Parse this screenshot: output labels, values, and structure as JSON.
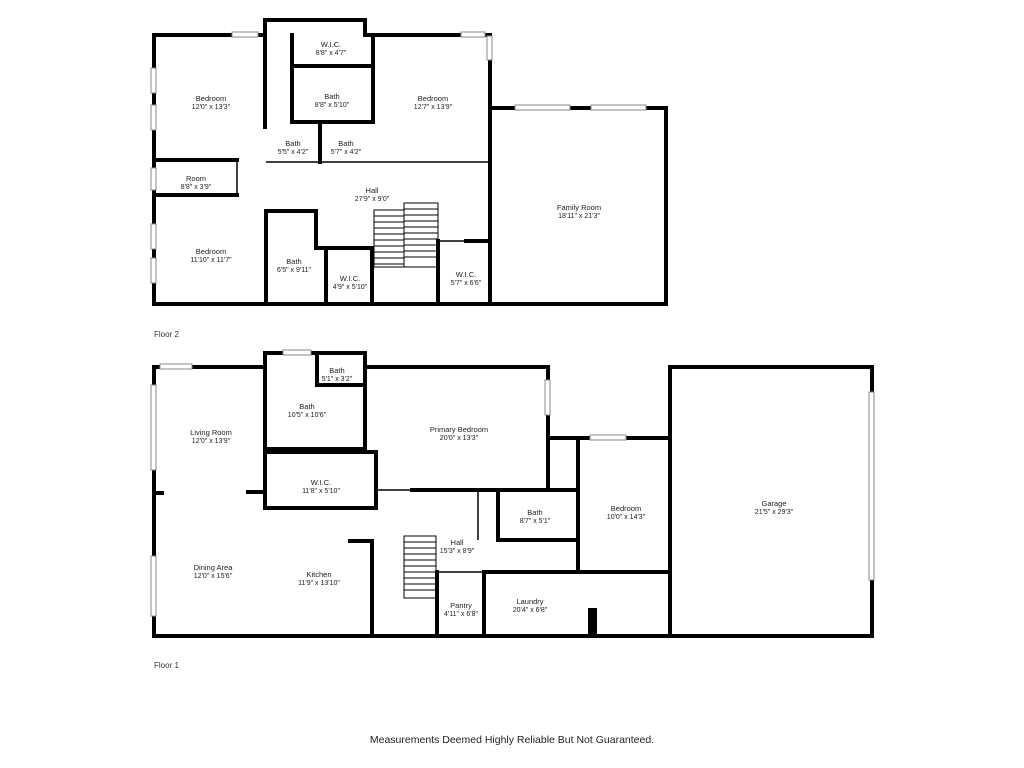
{
  "floors": [
    {
      "label": "Floor 2",
      "rooms": [
        {
          "name": "W.I.C.",
          "dim": "8'8\" x 4'7\""
        },
        {
          "name": "Bedroom",
          "dim": "12'0\" x 13'3\""
        },
        {
          "name": "Bath",
          "dim": "8'8\" x 5'10\""
        },
        {
          "name": "Bedroom",
          "dim": "12'7\" x 13'9\""
        },
        {
          "name": "Bath",
          "dim": "5'5\" x 4'2\""
        },
        {
          "name": "Bath",
          "dim": "5'7\" x 4'2\""
        },
        {
          "name": "Room",
          "dim": "8'8\" x 3'9\""
        },
        {
          "name": "Hall",
          "dim": "27'9\" x 9'0\""
        },
        {
          "name": "Family Room",
          "dim": "18'11\" x 21'3\""
        },
        {
          "name": "Bedroom",
          "dim": "11'10\" x 11'7\""
        },
        {
          "name": "Bath",
          "dim": "6'5\" x 9'11\""
        },
        {
          "name": "W.I.C.",
          "dim": "4'9\" x 5'10\""
        },
        {
          "name": "W.I.C.",
          "dim": "5'7\" x 6'6\""
        }
      ]
    },
    {
      "label": "Floor 1",
      "rooms": [
        {
          "name": "Bath",
          "dim": "5'1\" x 3'2\""
        },
        {
          "name": "Bath",
          "dim": "10'5\" x 10'6\""
        },
        {
          "name": "Living Room",
          "dim": "12'0\" x 13'9\""
        },
        {
          "name": "Primary Bedroom",
          "dim": "20'0\" x 13'3\""
        },
        {
          "name": "W.I.C.",
          "dim": "11'8\" x 5'10\""
        },
        {
          "name": "Bath",
          "dim": "8'7\" x 5'1\""
        },
        {
          "name": "Bedroom",
          "dim": "10'0\" x 14'3\""
        },
        {
          "name": "Garage",
          "dim": "21'5\" x 29'3\""
        },
        {
          "name": "Hall",
          "dim": "15'3\" x 8'9\""
        },
        {
          "name": "Dining Area",
          "dim": "12'0\" x 15'6\""
        },
        {
          "name": "Kitchen",
          "dim": "11'9\" x 13'10\""
        },
        {
          "name": "Pantry",
          "dim": "4'11\" x 6'8\""
        },
        {
          "name": "Laundry",
          "dim": "20'4\" x 6'8\""
        }
      ]
    }
  ],
  "disclaimer": "Measurements Deemed Highly Reliable But Not Guaranteed."
}
